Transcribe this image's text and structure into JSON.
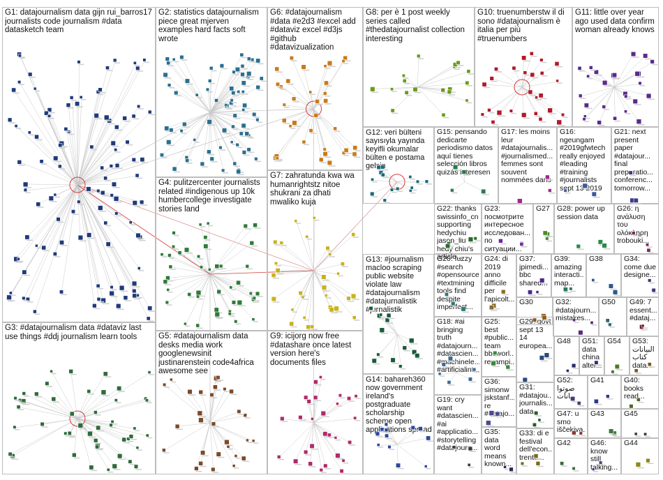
{
  "groups": [
    {
      "id": "G1",
      "label": "G1: datajournalism data gijn rui_barros17 journalists code journalism #data datasketch team",
      "accent": "#1f3a7a",
      "nodes": 110
    },
    {
      "id": "G2",
      "label": "G2: statistics datajournalism piece great mjerven examples hard facts soft wrote",
      "accent": "#2a6f8f",
      "nodes": 70
    },
    {
      "id": "G3",
      "label": "G3: #datajournalism data #dataviz last use things #ddj journalism learn tools",
      "accent": "#2e6b3a",
      "nodes": 48
    },
    {
      "id": "G4",
      "label": "G4: pulitzercenter journalists related #indigenous up 10k humbercollege investigate stories land",
      "accent": "#2f7a3a",
      "nodes": 45
    },
    {
      "id": "G5",
      "label": "G5: #datajournalism data desks media work googlenewsinit justinarenstein code4africa awesome see",
      "accent": "#7a4a2a",
      "nodes": 30
    },
    {
      "id": "G6",
      "label": "G6: #datajournalism #data #e2d3 #excel add #dataviz excel #d3js #github #datavizualization",
      "accent": "#c97a1a",
      "nodes": 35
    },
    {
      "id": "G7",
      "label": "G7: zahratunda kwa wa humanrightstz nitoe shukrani za dhati mwaliko kuja",
      "accent": "#c9b21a",
      "nodes": 30
    },
    {
      "id": "G8",
      "label": "G8: per è 1 post weekly series called #thedatajournalist collection interesting",
      "accent": "#6a9a1a",
      "nodes": 18
    },
    {
      "id": "G9",
      "label": "G9: icijorg now free #datashare once latest version here's documents files",
      "accent": "#b02a6a",
      "nodes": 28
    },
    {
      "id": "G10",
      "label": "G10: truenumberstw il di sono #datajournalism è italia per più #truenumbers",
      "accent": "#b01a2a",
      "nodes": 26
    },
    {
      "id": "G11",
      "label": "G11: little over year ago used data confirm woman already knows",
      "accent": "#5a2a8a",
      "nodes": 26
    },
    {
      "id": "G12",
      "label": "G12: veri bülteni sayısıyla yayında keyifli okumalar bülten e postama gelsin",
      "accent": "#1a6a7a",
      "nodes": 14
    },
    {
      "id": "G13",
      "label": "G13: #journalism macloo scraping public website violate law #datajournalism #datajurnalistik #jurnalistik",
      "accent": "#1a5a3a",
      "nodes": 14
    },
    {
      "id": "G14",
      "label": "G14: bahareh360 now government ireland's postgraduate scholarship scheme open applications spread",
      "accent": "#2a4a9a",
      "nodes": 12
    },
    {
      "id": "G15",
      "label": "G15: pensando dedicarte periodismo datos aquí tienes selección libros quizás interesen",
      "accent": "#2a7a4a",
      "nodes": 4
    },
    {
      "id": "G16",
      "label": "G16: ngeungam #2019gfwtech really enjoyed #leading #training #journalists sept 13 2019",
      "accent": "#3a5a9a",
      "nodes": 3
    },
    {
      "id": "G17",
      "label": "G17: les moins leur #datajournalis... #journalismed... femmes sont souvent nommées dans",
      "accent": "#9a2a8a",
      "nodes": 3
    },
    {
      "id": "G18",
      "label": "G18: #ai bringing truth #datajourn... #datascien... #machinele... #artificialint...",
      "accent": "#3a6a9a",
      "nodes": 6
    },
    {
      "id": "G19",
      "label": "G19: cry want #datascien... #ai #applicatio... #storytelling #datajourn...",
      "accent": "#3a3a3a",
      "nodes": 3
    },
    {
      "id": "G20",
      "label": "G20: fuzzy #search #opensource #textmining tools find despite imperfect...",
      "accent": "#2a7a7a",
      "nodes": 3
    },
    {
      "id": "G21",
      "label": "G21: next present paper #datajour... final preparatio... conferenc... tomorrow...",
      "accent": "#3a3a8a",
      "nodes": 3
    },
    {
      "id": "G22",
      "label": "G22: thanks swissinfo_cn supporting hedychiu jason_liu hedy chiu's article...",
      "accent": "#2a6a2a",
      "nodes": 4
    },
    {
      "id": "G23",
      "label": "G23: посмотрите интересное исследован... по ситуации...",
      "accent": "#6a2a9a",
      "nodes": 3
    },
    {
      "id": "G24",
      "label": "G24: di 2019 anno difficile per l'apicolt...",
      "accent": "#8a6a2a",
      "nodes": 3
    },
    {
      "id": "G25",
      "label": "G25: best #public... team bbcworl... revampi...",
      "accent": "#3a8a3a",
      "nodes": 3
    },
    {
      "id": "G26",
      "label": "G26: η ανάλυση του ολόκληρη trobouki...",
      "accent": "#7a2a5a",
      "nodes": 3
    },
    {
      "id": "G27",
      "label": "G27",
      "accent": "#4a8a2a",
      "nodes": 3
    },
    {
      "id": "G28",
      "label": "G28: power up session data",
      "accent": "#2a8a4a",
      "nodes": 3
    },
    {
      "id": "G29",
      "label": "G29: govt sept 13 14 europea...",
      "accent": "#2a4a7a",
      "nodes": 3
    },
    {
      "id": "G30",
      "label": "G30",
      "accent": "#8a5a1a",
      "nodes": 3
    },
    {
      "id": "G31",
      "label": "G31: #datajou... journalis... data",
      "accent": "#2a5a2a",
      "nodes": 3
    },
    {
      "id": "G32",
      "label": "G32: #datajourn... mistakes...",
      "accent": "#5a2a7a",
      "nodes": 3
    },
    {
      "id": "G33",
      "label": "G33: di e festival dell'econ... trento...",
      "accent": "#7a6a1a",
      "nodes": 3
    },
    {
      "id": "G34",
      "label": "G34: come due designe...",
      "accent": "#3a3a7a",
      "nodes": 2
    },
    {
      "id": "G35",
      "label": "G35: data word means known...",
      "accent": "#2a2a5a",
      "nodes": 2
    },
    {
      "id": "G36",
      "label": "G36: simonw jskstanf... re #datajo...",
      "accent": "#4a4a8a",
      "nodes": 3
    },
    {
      "id": "G37",
      "label": "G37: jpimedi... bbc shared...",
      "accent": "#4a2a8a",
      "nodes": 3
    },
    {
      "id": "G38",
      "label": "G38",
      "accent": "#2a5a8a",
      "nodes": 3
    },
    {
      "id": "G39",
      "label": "G39: amazing interacti... map...",
      "accent": "#2a7a5a",
      "nodes": 2
    },
    {
      "id": "G40",
      "label": "G40: books read...",
      "accent": "#4a6a2a",
      "nodes": 2
    },
    {
      "id": "G41",
      "label": "G41",
      "accent": "#2a3a8a",
      "nodes": 2
    },
    {
      "id": "G42",
      "label": "G42",
      "accent": "#3a6a3a",
      "nodes": 2
    },
    {
      "id": "G43",
      "label": "G43",
      "accent": "#3a7a3a",
      "nodes": 2
    },
    {
      "id": "G44",
      "label": "G44",
      "accent": "#8a8a1a",
      "nodes": 2
    },
    {
      "id": "G45",
      "label": "G45",
      "accent": "#3a3a3a",
      "nodes": 2
    },
    {
      "id": "G46",
      "label": "G46: know still talking...",
      "accent": "#5a3a8a",
      "nodes": 2
    },
    {
      "id": "G47",
      "label": "G47: u smo iščekiva...",
      "accent": "#8a3a3a",
      "nodes": 2
    },
    {
      "id": "G48",
      "label": "G48",
      "accent": "#2a2a6a",
      "nodes": 2
    },
    {
      "id": "G49",
      "label": "G49: 7 essent... #dataj...",
      "accent": "#6a1a2a",
      "nodes": 2
    },
    {
      "id": "G50",
      "label": "G50",
      "accent": "#2a6a6a",
      "nodes": 2
    },
    {
      "id": "G51",
      "label": "G51: data china alter...",
      "accent": "#2a2a7a",
      "nodes": 2
    },
    {
      "id": "G52",
      "label": "G52: صوتوا بيانات",
      "accent": "#4a3a7a",
      "nodes": 2
    },
    {
      "id": "G53",
      "label": "G53: البيانات كتاب data...",
      "accent": "#7a5a1a",
      "nodes": 2
    },
    {
      "id": "G54",
      "label": "G54",
      "accent": "#4a7a2a",
      "nodes": 2
    }
  ]
}
